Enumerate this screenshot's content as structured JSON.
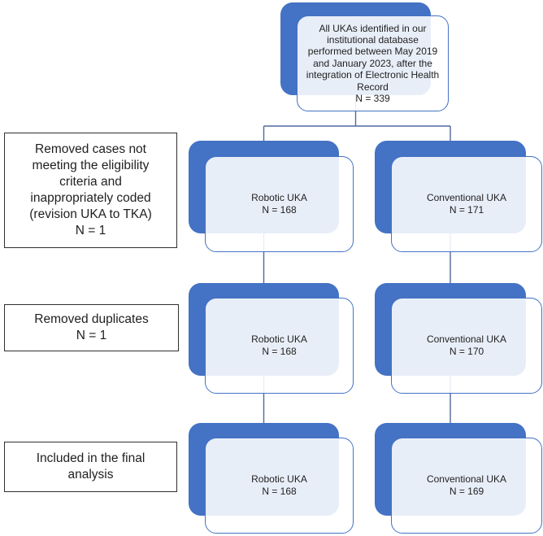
{
  "colors": {
    "accent_blue": "#4472C4",
    "front_border": "#4472C4",
    "connector": "#4f69a1",
    "side_border": "#2f2f2f",
    "text_color": "#1f1f1f"
  },
  "top_box": {
    "lines": [
      "All UKAs identified in our",
      "institutional database",
      "performed between May 2019",
      "and January 2023, after the",
      "integration of Electronic Health",
      "Record",
      "N = 339"
    ]
  },
  "exclusions": {
    "eligibility": {
      "lines": [
        "Removed cases not",
        "meeting the eligibility",
        "criteria and",
        "inappropriately coded",
        "(revision UKA to TKA)",
        "N = 1"
      ]
    },
    "duplicates": {
      "lines": [
        "Removed duplicates",
        "N = 1"
      ]
    },
    "final": {
      "lines": [
        "Included in the final",
        "analysis"
      ]
    }
  },
  "robotic": {
    "row1": {
      "lines": [
        "Robotic UKA",
        "N = 168"
      ]
    },
    "row2": {
      "lines": [
        "Robotic UKA",
        "N = 168"
      ]
    },
    "row3": {
      "lines": [
        "Robotic UKA",
        "N = 168"
      ]
    }
  },
  "conventional": {
    "row1": {
      "lines": [
        "Conventional UKA",
        "N = 171"
      ]
    },
    "row2": {
      "lines": [
        "Conventional UKA",
        "N = 170"
      ]
    },
    "row3": {
      "lines": [
        "Conventional UKA",
        "N = 169"
      ]
    }
  }
}
